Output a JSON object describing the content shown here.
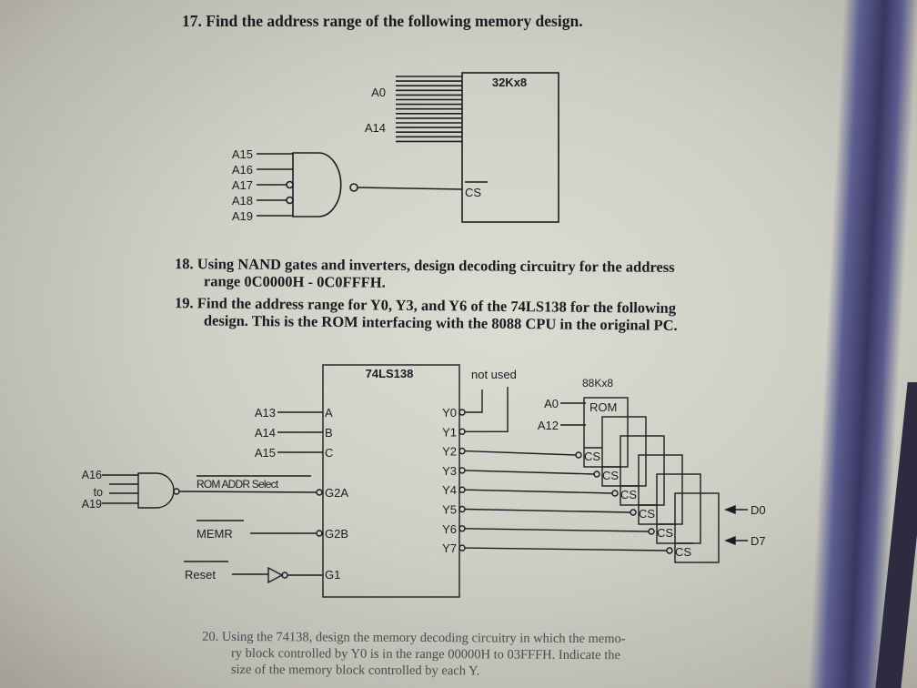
{
  "document": {
    "questions": [
      {
        "number": "17.",
        "text": "Find the address range of the following memory design."
      },
      {
        "number": "18.",
        "lines": [
          "Using NAND gates and inverters, design decoding circuitry for the address",
          "range  0C0000H -  0C0FFFH."
        ]
      },
      {
        "number": "19.",
        "lines": [
          "Find the address range for Y0, Y3, and Y6 of the 74LS138 for the following",
          "design. This is the ROM interfacing with the 8088 CPU in the original PC."
        ]
      },
      {
        "number": "20.",
        "lines": [
          "Using the 74138, design the memory decoding circuitry in which the memo-",
          "ry block controlled by Y0 is in the range 00000H to 03FFFH.  Indicate the",
          "size of the memory block controlled by each Y."
        ]
      }
    ]
  },
  "diagram1": {
    "chip_label": "32Kx8",
    "bus_top_label": "A0",
    "bus_bottom_label": "A14",
    "gate_inputs": [
      "A15",
      "A16",
      "A17",
      "A18",
      "A19"
    ],
    "inverted_inputs": [
      "A17",
      "A18"
    ],
    "cs_label": "CS"
  },
  "diagram2": {
    "decoder_label": "74LS138",
    "inputs": [
      {
        "signal": "A13",
        "pin": "A"
      },
      {
        "signal": "A14",
        "pin": "B"
      },
      {
        "signal": "A15",
        "pin": "C"
      }
    ],
    "nand_inputs": {
      "top": "A16",
      "mid": "to",
      "bottom": "A19"
    },
    "g2a_signal": "ROM ADDR Select",
    "g2a_pin": "G2A",
    "g2b_signal": "MEMR",
    "g2b_pin": "G2B",
    "g1_signal": "Reset",
    "g1_pin": "G1",
    "outputs": [
      "Y0",
      "Y1",
      "Y2",
      "Y3",
      "Y4",
      "Y5",
      "Y6",
      "Y7"
    ],
    "not_used_label": "not used",
    "rom_size_label": "88Kx8",
    "rom_label": "ROM",
    "rom_addr_top": "A0",
    "rom_addr_bottom": "A12",
    "cs_label": "CS",
    "data_top": "D0",
    "data_bottom": "D7"
  }
}
